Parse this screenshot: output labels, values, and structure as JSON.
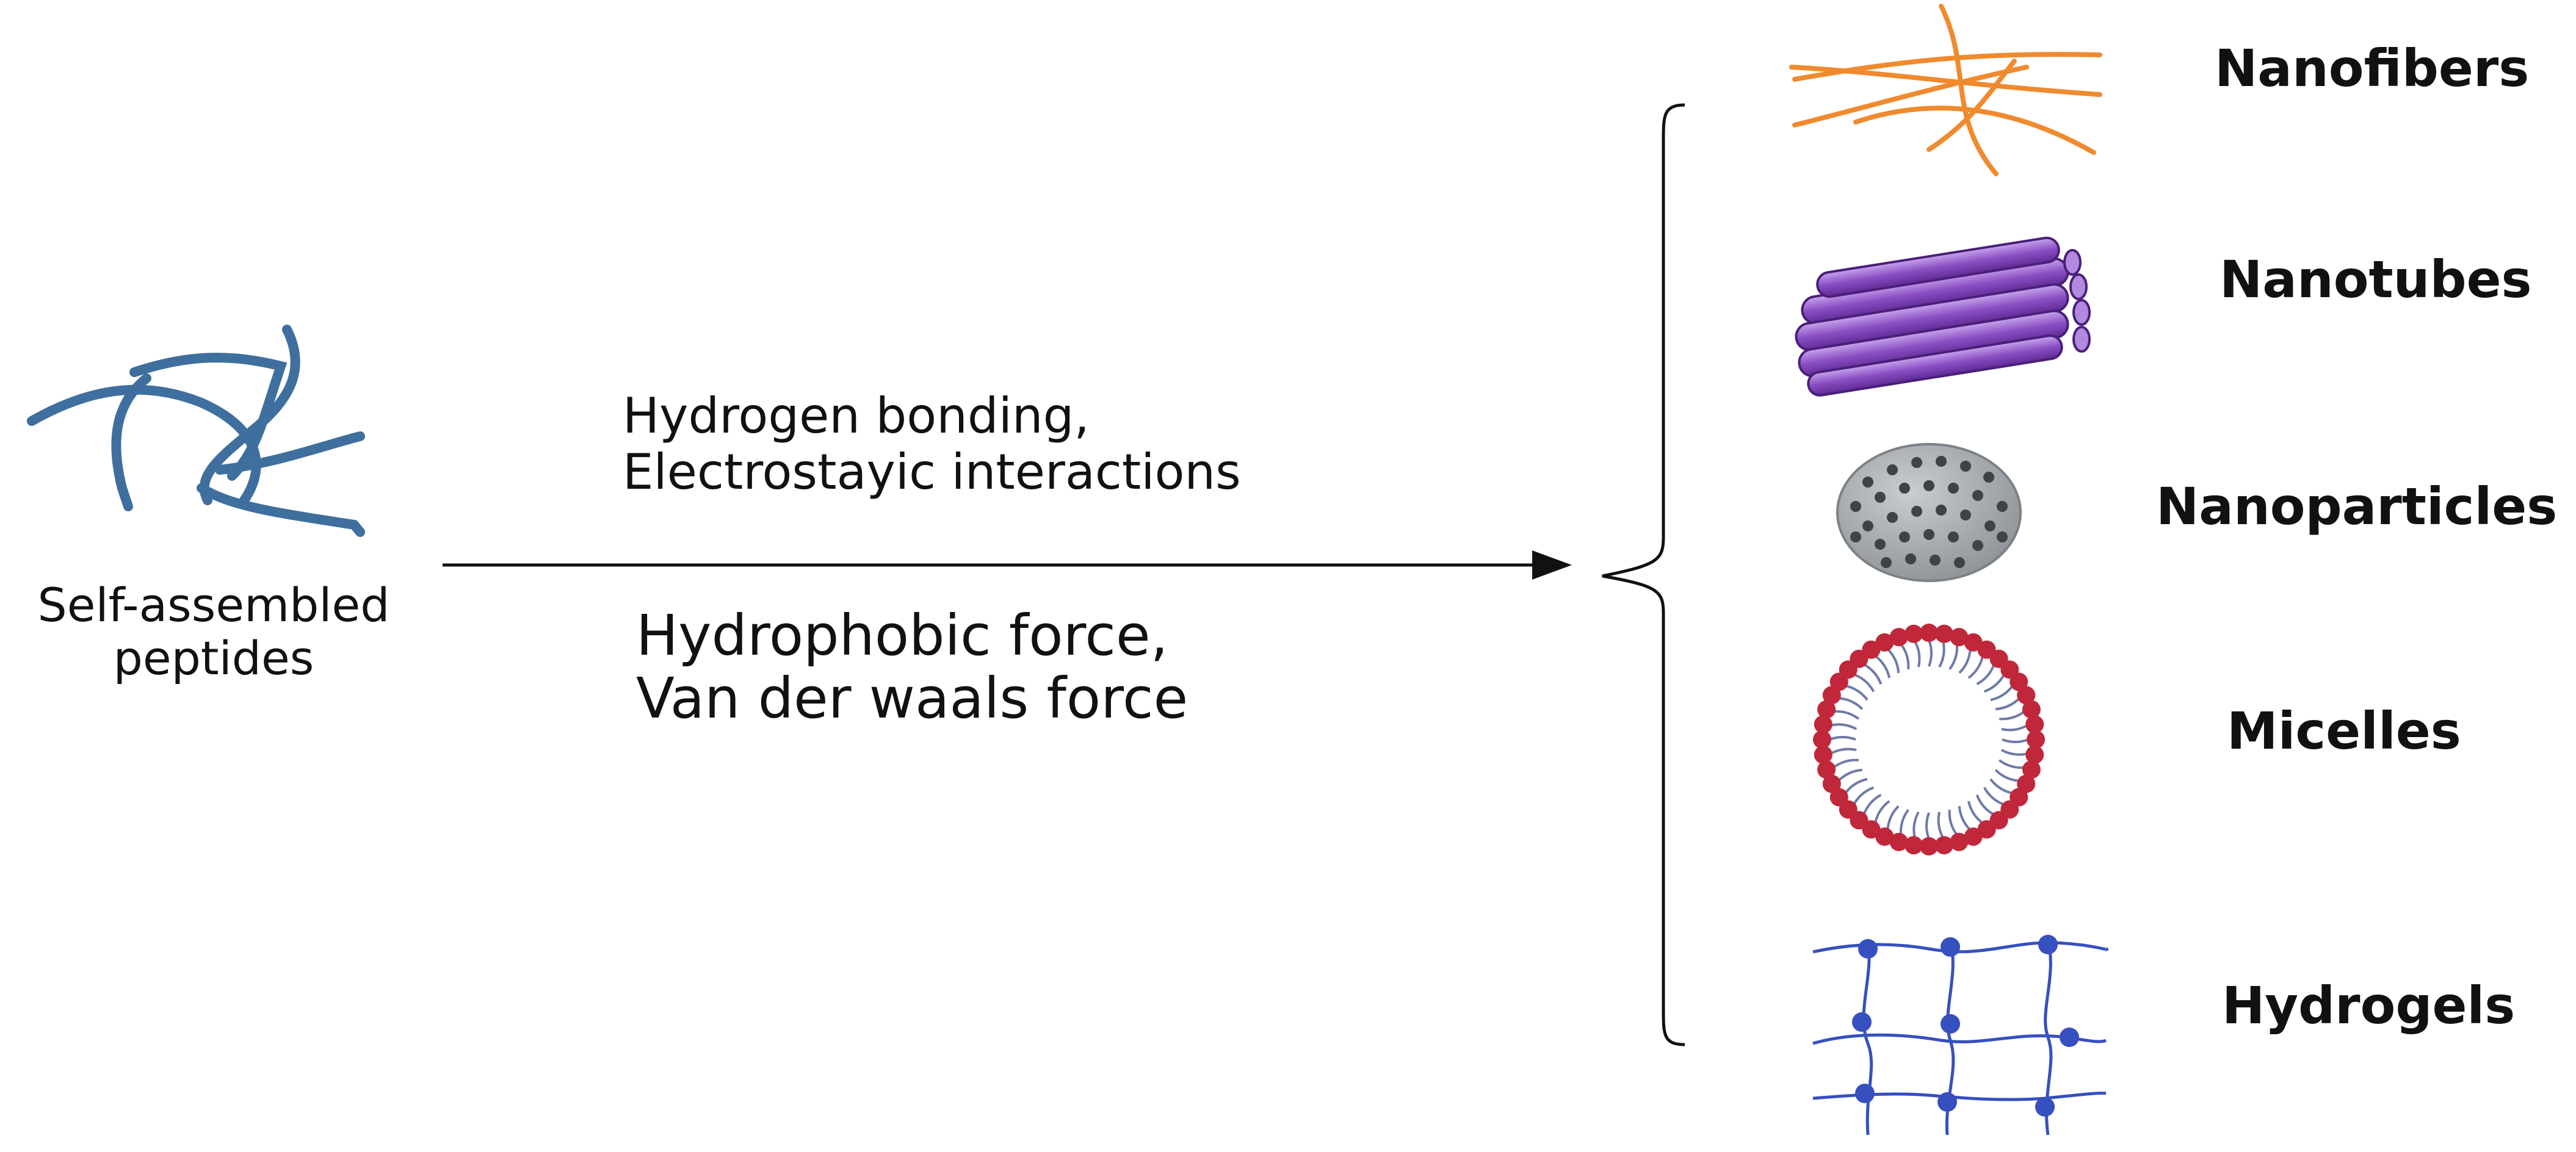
{
  "source": {
    "label_lines": [
      "Self-assembled",
      "peptides"
    ]
  },
  "conditions": {
    "above_lines": [
      "Hydrogen bonding,",
      "Electrostayic interactions"
    ],
    "below_lines": [
      "Hydrophobic force,",
      "Van der waals force"
    ]
  },
  "structures": [
    {
      "label": "Nanofibers",
      "icon": "nanofiber-icon"
    },
    {
      "label": "Nanotubes",
      "icon": "nanotube-icon"
    },
    {
      "label": "Nanoparticles",
      "icon": "nanoparticle-icon"
    },
    {
      "label": "Micelles",
      "icon": "micelle-icon"
    },
    {
      "label": "Hydrogels",
      "icon": "hydrogel-icon"
    }
  ],
  "colors": {
    "peptide": "#3f6f9e",
    "nanofiber": "#f08a2e",
    "nanotube": "#7b3fb0",
    "nanoparticle": "#8a8f94",
    "micelle_head": "#c0273a",
    "micelle_tail": "#6e7aa8",
    "hydrogel": "#3650c0",
    "line": "#111111"
  }
}
